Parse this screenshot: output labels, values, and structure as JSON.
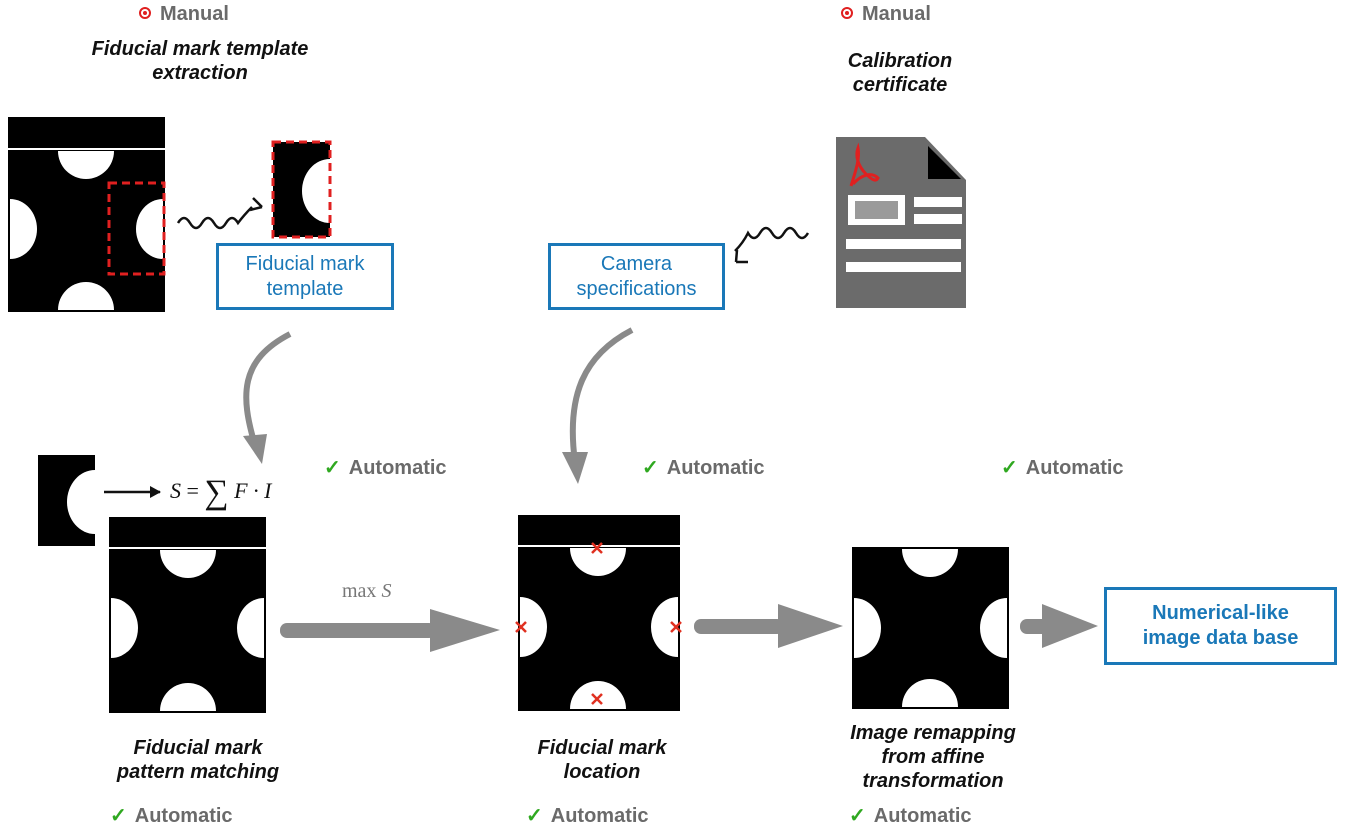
{
  "status": {
    "manual": "Manual",
    "automatic": "Automatic"
  },
  "labels": {
    "template_extraction": [
      "Fiducial mark template",
      "extraction"
    ],
    "calibration": [
      "Calibration",
      "certificate"
    ],
    "pattern_matching": [
      "Fiducial mark",
      "pattern matching"
    ],
    "mark_location": [
      "Fiducial mark",
      "location"
    ],
    "remapping": [
      "Image remapping",
      "from affine",
      "transformation"
    ]
  },
  "boxes": {
    "template": [
      "Fiducial mark",
      "template"
    ],
    "camera": [
      "Camera",
      "specifications"
    ],
    "database": [
      "Numerical-like",
      "image data base"
    ]
  },
  "math": {
    "score_lhs": "S",
    "score_eq": " = ",
    "score_sum": "∑",
    "score_rhs": "F · I",
    "max_text": "max ",
    "max_var": "S"
  },
  "colors": {
    "box_border": "#1a78b8",
    "arrow_gray": "#8a8a8a",
    "manual_red": "#e02020",
    "check_green": "#2fa820",
    "marker_red": "#e03020",
    "document_gray": "#6b6b6b"
  },
  "icons": [
    "manual-dot-icon",
    "check-icon",
    "pdf-document-icon",
    "wavy-arrow-icon",
    "cross-marker-icon"
  ]
}
